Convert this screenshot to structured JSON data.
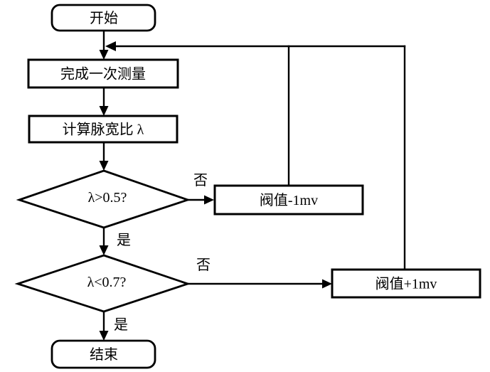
{
  "diagram": {
    "type": "flowchart",
    "background_color": "#ffffff",
    "stroke_color": "#000000",
    "nodes": {
      "start": {
        "label": "开始",
        "type": "terminator"
      },
      "measure": {
        "label": "完成一次测量",
        "type": "process"
      },
      "calc": {
        "label": "计算脉宽比 λ",
        "type": "process"
      },
      "decision1": {
        "label": "λ>0.5?",
        "type": "decision"
      },
      "threshold_minus": {
        "label": "阀值-1mv",
        "type": "process"
      },
      "decision2": {
        "label": "λ<0.7?",
        "type": "decision"
      },
      "threshold_plus": {
        "label": "阀值+1mv",
        "type": "process"
      },
      "end": {
        "label": "结束",
        "type": "terminator"
      }
    },
    "edge_labels": {
      "decision1_no": "否",
      "decision1_yes": "是",
      "decision2_no": "否",
      "decision2_yes": "是"
    },
    "edges": [
      "start -> measure",
      "measure -> calc",
      "calc -> decision1",
      "decision1 -no-> threshold_minus",
      "decision1 -yes-> decision2",
      "decision2 -no-> threshold_plus",
      "decision2 -yes-> end",
      "threshold_minus -> loop back to measure",
      "threshold_plus -> loop back to measure"
    ]
  }
}
